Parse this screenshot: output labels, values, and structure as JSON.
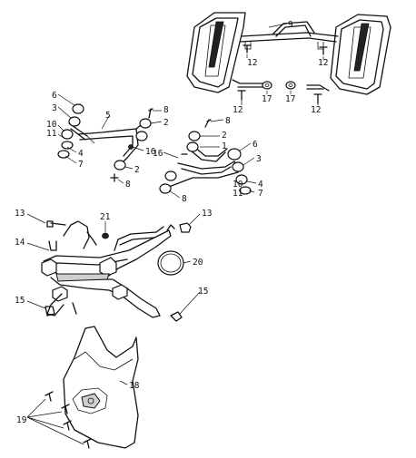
{
  "diagram": {
    "parts": {
      "p1": "1",
      "p2": "2",
      "p3": "3",
      "p4": "4",
      "p5": "5",
      "p6": "6",
      "p7": "7",
      "p8": "8",
      "p9": "9",
      "p10": "10",
      "p11": "11",
      "p12": "12",
      "p13": "13",
      "p14": "14",
      "p15": "15",
      "p16": "16",
      "p17": "17",
      "p18": "18",
      "p19": "19",
      "p20": "20",
      "p21": "21"
    }
  }
}
